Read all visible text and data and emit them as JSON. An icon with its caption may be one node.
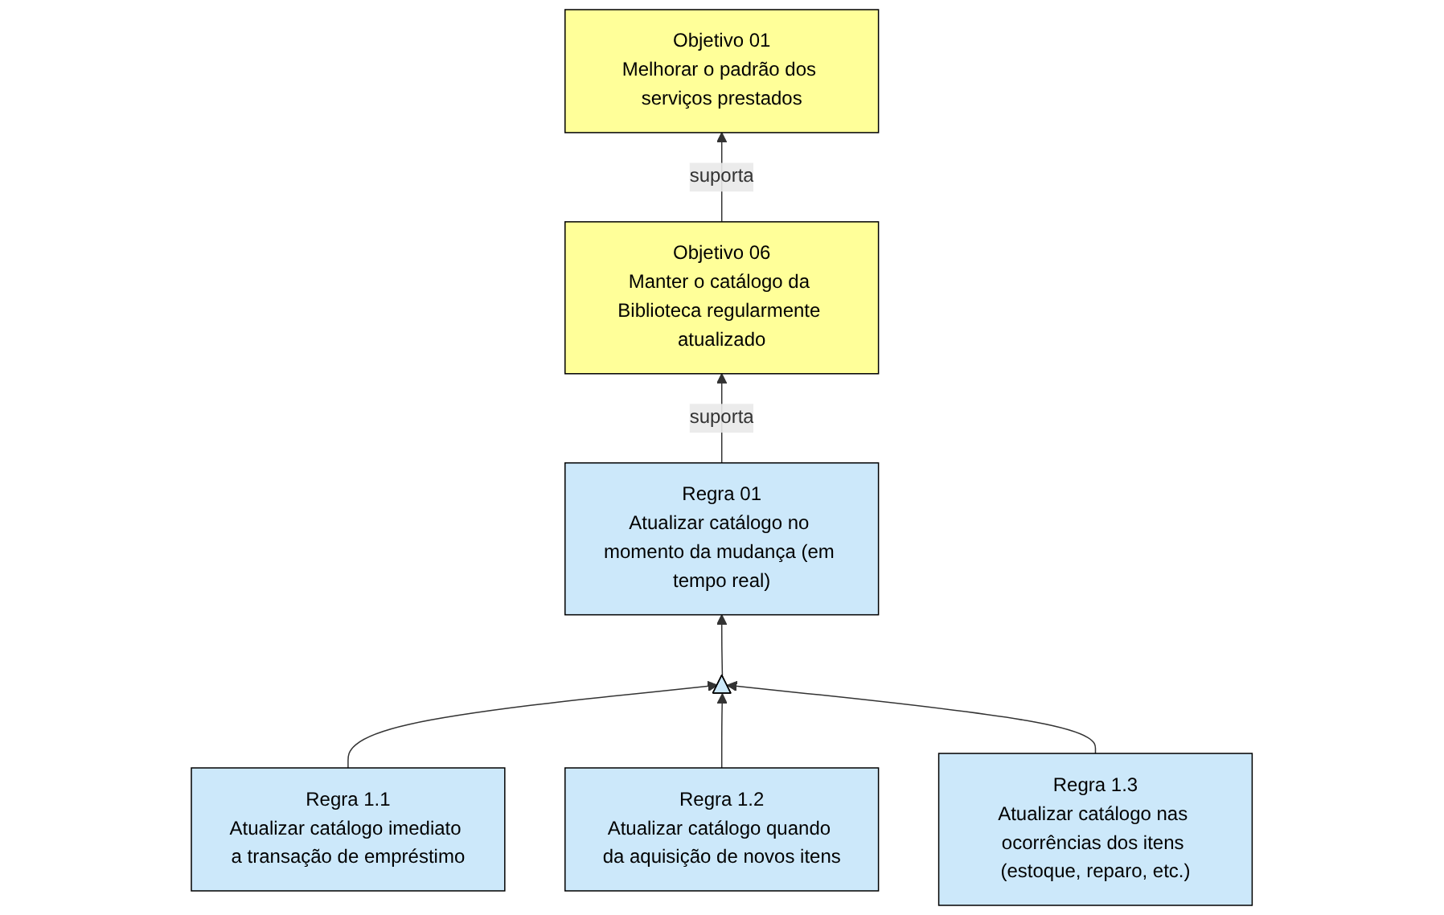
{
  "diagram": {
    "nodes": [
      {
        "text": [
          "Objetivo 06",
          "Manter o catálogo da Biblioteca regularmente atualizado"
        ]
      },
      {
        "text": [
          "Objetivo 01",
          "Melhorar o padrão dos serviços prestados"
        ]
      },
      {
        "text": [
          "Regra 01",
          "Atualizar catálogo no momento da mudança (em tempo real)"
        ]
      },
      {
        "text": [],
        "shape": "triangle"
      },
      {
        "text": [
          "Regra 1.1",
          "Atualizar catálogo imediato a transação de empréstimo"
        ]
      },
      {
        "text": [
          "Regra 1.2",
          "Atualizar catálogo quando da aquisição de novos itens"
        ]
      },
      {
        "text": [
          "Regra 1.3",
          "Atualizar catálogo nas ocorrências dos itens (estoque, reparo, etc.)"
        ]
      }
    ],
    "edges": [
      {
        "from": 0,
        "to": 1,
        "arrow": "to",
        "label": "suporta"
      },
      {
        "from": 2,
        "to": 0,
        "arrow": "to",
        "label": "suporta"
      },
      {
        "from": 3,
        "to": 2,
        "arrow": "to"
      },
      {
        "from": 4,
        "to": 3,
        "arrow": "to"
      },
      {
        "from": 5,
        "to": 3,
        "arrow": "to"
      },
      {
        "from": 6,
        "to": 3,
        "arrow": "to"
      }
    ]
  }
}
